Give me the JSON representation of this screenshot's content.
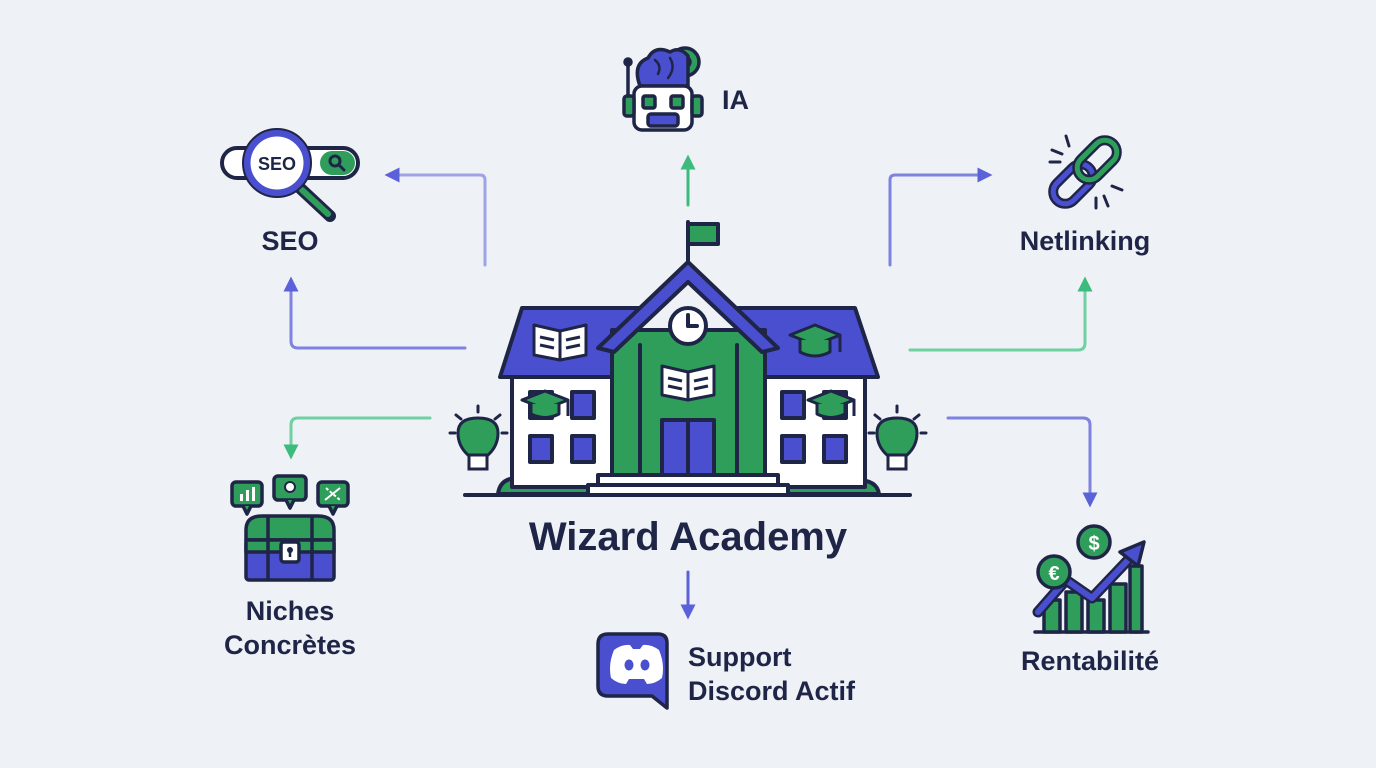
{
  "diagram": {
    "center": {
      "title": "Wizard Academy"
    },
    "nodes": {
      "seo": {
        "label": "SEO",
        "badge": "SEO"
      },
      "ia": {
        "label": "IA"
      },
      "netlinking": {
        "label": "Netlinking"
      },
      "niches": {
        "line1": "Niches",
        "line2": "Concrètes"
      },
      "discord": {
        "line1": "Support",
        "line2": "Discord Actif"
      },
      "rentabilite": {
        "label": "Rentabilité"
      }
    }
  },
  "colors": {
    "navy": "#1f2547",
    "blue": "#4a4fcf",
    "blue_arrow": "#5b62d9",
    "green": "#2f9e5b",
    "green_arrow": "#3dbb7d",
    "background": "#eef1f6"
  },
  "icons": [
    "school-building-icon",
    "seo-search-icon",
    "robot-brain-icon",
    "chain-link-icon",
    "treasure-chest-icon",
    "discord-icon",
    "growth-chart-icon",
    "lightbulb-icon",
    "open-book-icon",
    "graduation-cap-icon",
    "clock-icon",
    "flag-icon"
  ]
}
